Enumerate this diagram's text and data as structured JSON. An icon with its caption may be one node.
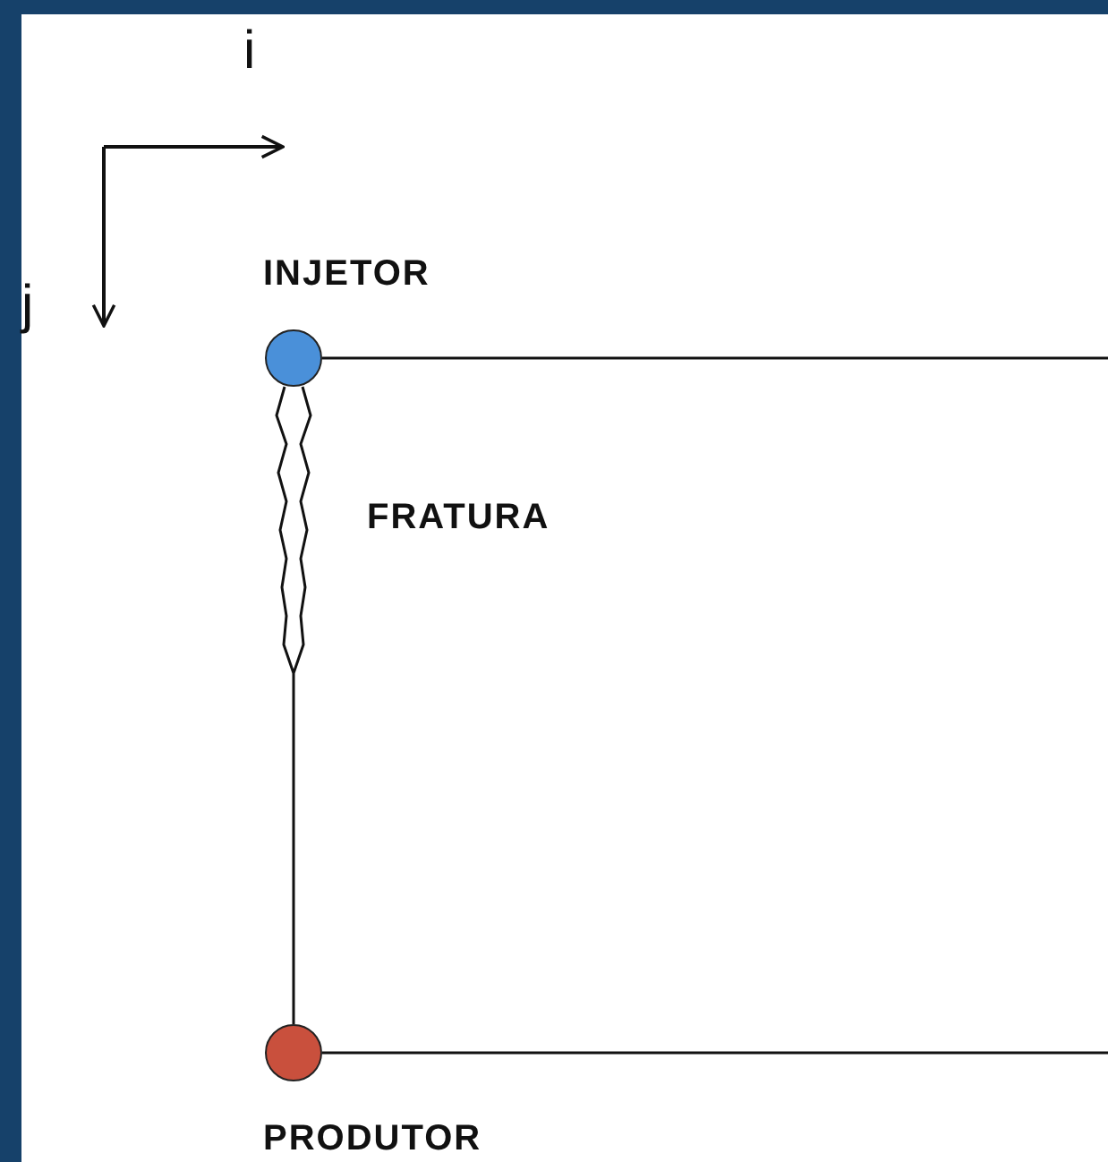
{
  "diagram": {
    "nodes": [
      {
        "text": [
          "INJETOR"
        ]
      },
      {
        "text": [
          "PRODUTOR"
        ]
      }
    ],
    "edges": [
      {
        "from": 0,
        "to": 1,
        "arrow": "none",
        "label": "FRATURA"
      }
    ],
    "labels": [
      "i",
      "j"
    ]
  }
}
